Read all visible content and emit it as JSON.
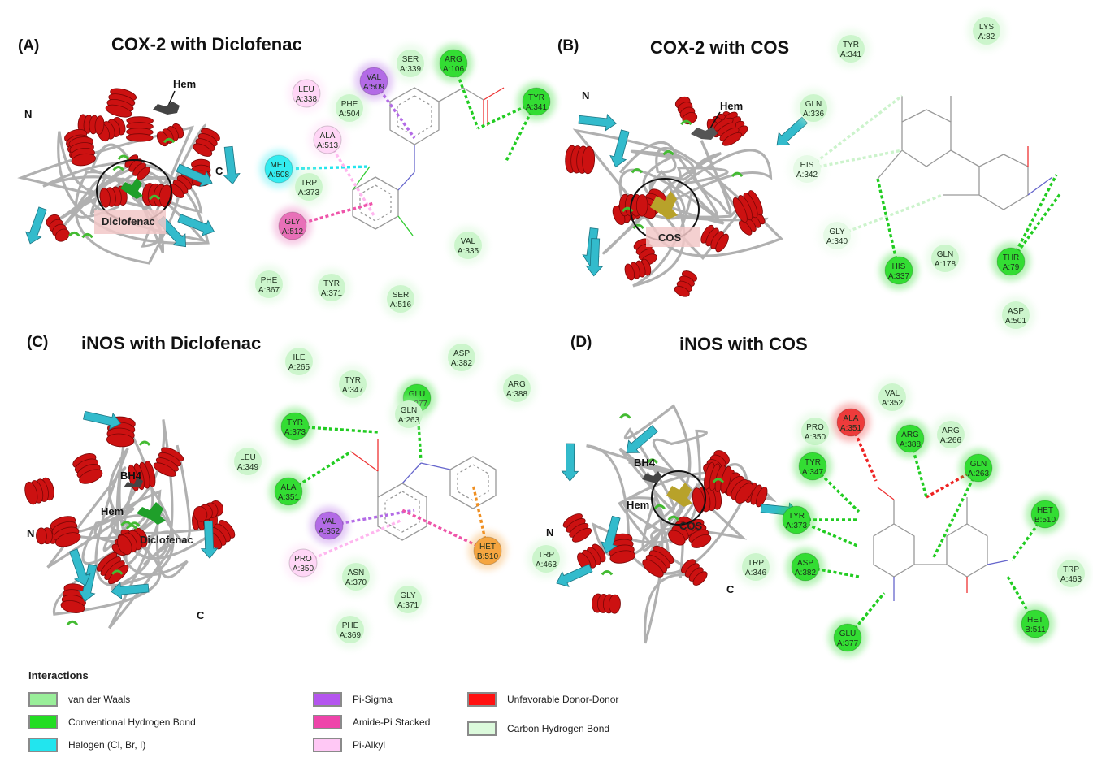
{
  "panels": [
    {
      "id": "A",
      "label": "(A)",
      "title": "COX-2 with Diclofenac",
      "protein_labels": [
        "N",
        "C",
        "Hem",
        "Diclofenac"
      ]
    },
    {
      "id": "B",
      "label": "(B)",
      "title": "COX-2 with COS",
      "protein_labels": [
        "N",
        "Hem",
        "COS"
      ]
    },
    {
      "id": "C",
      "label": "(C)",
      "title": "iNOS with Diclofenac",
      "protein_labels": [
        "BH4",
        "Hem",
        "N",
        "Diclofenac",
        "C"
      ]
    },
    {
      "id": "D",
      "label": "(D)",
      "title": "iNOS with COS",
      "protein_labels": [
        "BH4",
        "Hem",
        "N",
        "COS",
        "C"
      ]
    }
  ],
  "residues": {
    "A": [
      {
        "id": "a-ser339",
        "l1": "SER",
        "l2": "A:339",
        "type": "vdw"
      },
      {
        "id": "a-arg106",
        "l1": "ARG",
        "l2": "A:106",
        "type": "hbond"
      },
      {
        "id": "a-val509",
        "l1": "VAL",
        "l2": "A:509",
        "type": "pisigma"
      },
      {
        "id": "a-leu338",
        "l1": "LEU",
        "l2": "A:338",
        "type": "pialkyl"
      },
      {
        "id": "a-phe504",
        "l1": "PHE",
        "l2": "A:504",
        "type": "vdw"
      },
      {
        "id": "a-tyr341",
        "l1": "TYR",
        "l2": "A:341",
        "type": "hbond"
      },
      {
        "id": "a-ala513",
        "l1": "ALA",
        "l2": "A:513",
        "type": "pialkyl"
      },
      {
        "id": "a-met508",
        "l1": "MET",
        "l2": "A:508",
        "type": "halogen"
      },
      {
        "id": "a-trp373",
        "l1": "TRP",
        "l2": "A:373",
        "type": "vdw"
      },
      {
        "id": "a-gly512",
        "l1": "GLY",
        "l2": "A:512",
        "type": "amidepi"
      },
      {
        "id": "a-val335",
        "l1": "VAL",
        "l2": "A:335",
        "type": "vdw"
      },
      {
        "id": "a-phe367",
        "l1": "PHE",
        "l2": "A:367",
        "type": "vdw"
      },
      {
        "id": "a-tyr371",
        "l1": "TYR",
        "l2": "A:371",
        "type": "vdw"
      },
      {
        "id": "a-ser516",
        "l1": "SER",
        "l2": "A:516",
        "type": "vdw"
      }
    ],
    "B": [
      {
        "id": "b-tyr341",
        "l1": "TYR",
        "l2": "A:341",
        "type": "vdw"
      },
      {
        "id": "b-lys82",
        "l1": "LYS",
        "l2": "A:82",
        "type": "vdw"
      },
      {
        "id": "b-gln336",
        "l1": "GLN",
        "l2": "A:336",
        "type": "vdw"
      },
      {
        "id": "b-his342",
        "l1": "HIS",
        "l2": "A:342",
        "type": "chbond"
      },
      {
        "id": "b-gly340",
        "l1": "GLY",
        "l2": "A:340",
        "type": "chbond"
      },
      {
        "id": "b-his337",
        "l1": "HIS",
        "l2": "A:337",
        "type": "hbond"
      },
      {
        "id": "b-gln178",
        "l1": "GLN",
        "l2": "A:178",
        "type": "vdw"
      },
      {
        "id": "b-thr79",
        "l1": "THR",
        "l2": "A:79",
        "type": "hbond"
      },
      {
        "id": "b-asp501",
        "l1": "ASP",
        "l2": "A:501",
        "type": "vdw"
      }
    ],
    "C": [
      {
        "id": "c-ile265",
        "l1": "ILE",
        "l2": "A:265",
        "type": "vdw"
      },
      {
        "id": "c-asp382",
        "l1": "ASP",
        "l2": "A:382",
        "type": "vdw"
      },
      {
        "id": "c-tyr347",
        "l1": "TYR",
        "l2": "A:347",
        "type": "vdw"
      },
      {
        "id": "c-arg388",
        "l1": "ARG",
        "l2": "A:388",
        "type": "vdw"
      },
      {
        "id": "c-glu377",
        "l1": "GLU",
        "l2": "A:377",
        "type": "hbond"
      },
      {
        "id": "c-gln263",
        "l1": "GLN",
        "l2": "A:263",
        "type": "vdw"
      },
      {
        "id": "c-tyr373",
        "l1": "TYR",
        "l2": "A:373",
        "type": "hbond"
      },
      {
        "id": "c-leu349",
        "l1": "LEU",
        "l2": "A:349",
        "type": "vdw"
      },
      {
        "id": "c-ala351",
        "l1": "ALA",
        "l2": "A:351",
        "type": "hbond"
      },
      {
        "id": "c-val352",
        "l1": "VAL",
        "l2": "A:352",
        "type": "pisigma"
      },
      {
        "id": "c-pro350",
        "l1": "PRO",
        "l2": "A:350",
        "type": "pialkyl"
      },
      {
        "id": "c-het510",
        "l1": "HET",
        "l2": "B:510",
        "type": "pication"
      },
      {
        "id": "c-asn370",
        "l1": "ASN",
        "l2": "A:370",
        "type": "vdw"
      },
      {
        "id": "c-trp463",
        "l1": "TRP",
        "l2": "A:463",
        "type": "vdw"
      },
      {
        "id": "c-gly371",
        "l1": "GLY",
        "l2": "A:371",
        "type": "vdw"
      },
      {
        "id": "c-phe369",
        "l1": "PHE",
        "l2": "A:369",
        "type": "vdw"
      }
    ],
    "D": [
      {
        "id": "d-val352",
        "l1": "VAL",
        "l2": "A:352",
        "type": "vdw"
      },
      {
        "id": "d-ala351",
        "l1": "ALA",
        "l2": "A:351",
        "type": "unfav"
      },
      {
        "id": "d-pro350",
        "l1": "PRO",
        "l2": "A:350",
        "type": "vdw"
      },
      {
        "id": "d-arg388",
        "l1": "ARG",
        "l2": "A:388",
        "type": "hbond"
      },
      {
        "id": "d-arg266",
        "l1": "ARG",
        "l2": "A:266",
        "type": "vdw"
      },
      {
        "id": "d-tyr347",
        "l1": "TYR",
        "l2": "A:347",
        "type": "hbond"
      },
      {
        "id": "d-gln263",
        "l1": "GLN",
        "l2": "A:263",
        "type": "hbond"
      },
      {
        "id": "d-het510",
        "l1": "HET",
        "l2": "B:510",
        "type": "hbond"
      },
      {
        "id": "d-tyr373",
        "l1": "TYR",
        "l2": "A:373",
        "type": "hbond"
      },
      {
        "id": "d-asp382",
        "l1": "ASP",
        "l2": "A:382",
        "type": "hbond"
      },
      {
        "id": "d-trp346",
        "l1": "TRP",
        "l2": "A:346",
        "type": "vdw"
      },
      {
        "id": "d-trp463",
        "l1": "TRP",
        "l2": "A:463",
        "type": "vdw"
      },
      {
        "id": "d-het511",
        "l1": "HET",
        "l2": "B:511",
        "type": "hbond"
      },
      {
        "id": "d-glu377",
        "l1": "GLU",
        "l2": "A:377",
        "type": "hbond"
      }
    ]
  },
  "legend": {
    "title": "Interactions",
    "items": [
      {
        "key": "vdw",
        "label": "van der Waals",
        "color": "#99ee99"
      },
      {
        "key": "hbond",
        "label": "Conventional Hydrogen Bond",
        "color": "#22dd22"
      },
      {
        "key": "halogen",
        "label": "Halogen (Cl, Br, I)",
        "color": "#22e5ee"
      },
      {
        "key": "pisigma",
        "label": "Pi-Sigma",
        "color": "#b455ee"
      },
      {
        "key": "amidepi",
        "label": "Amide-Pi Stacked",
        "color": "#ee44aa"
      },
      {
        "key": "pialkyl",
        "label": "Pi-Alkyl",
        "color": "#ffc8f5"
      },
      {
        "key": "unfav",
        "label": "Unfavorable Donor-Donor",
        "color": "#ff1111"
      },
      {
        "key": "chbond",
        "label": "Carbon Hydrogen Bond",
        "color": "#dcfadc"
      }
    ]
  },
  "colors": {
    "vdw": "#ccf5cc",
    "vdw_text": "#1a4d1a",
    "hbond": "#33dd33",
    "halogen": "#33ecf0",
    "pisigma": "#b36be6",
    "amidepi": "#e870b8",
    "pialkyl": "#ffd6f6",
    "pication": "#f5a540",
    "unfav": "#ee3b3b",
    "chbond": "#e6fae6",
    "helix": "#cc1111",
    "sheet": "#33bbcc",
    "coil": "#b0b0b0",
    "turn": "#44bb33"
  }
}
